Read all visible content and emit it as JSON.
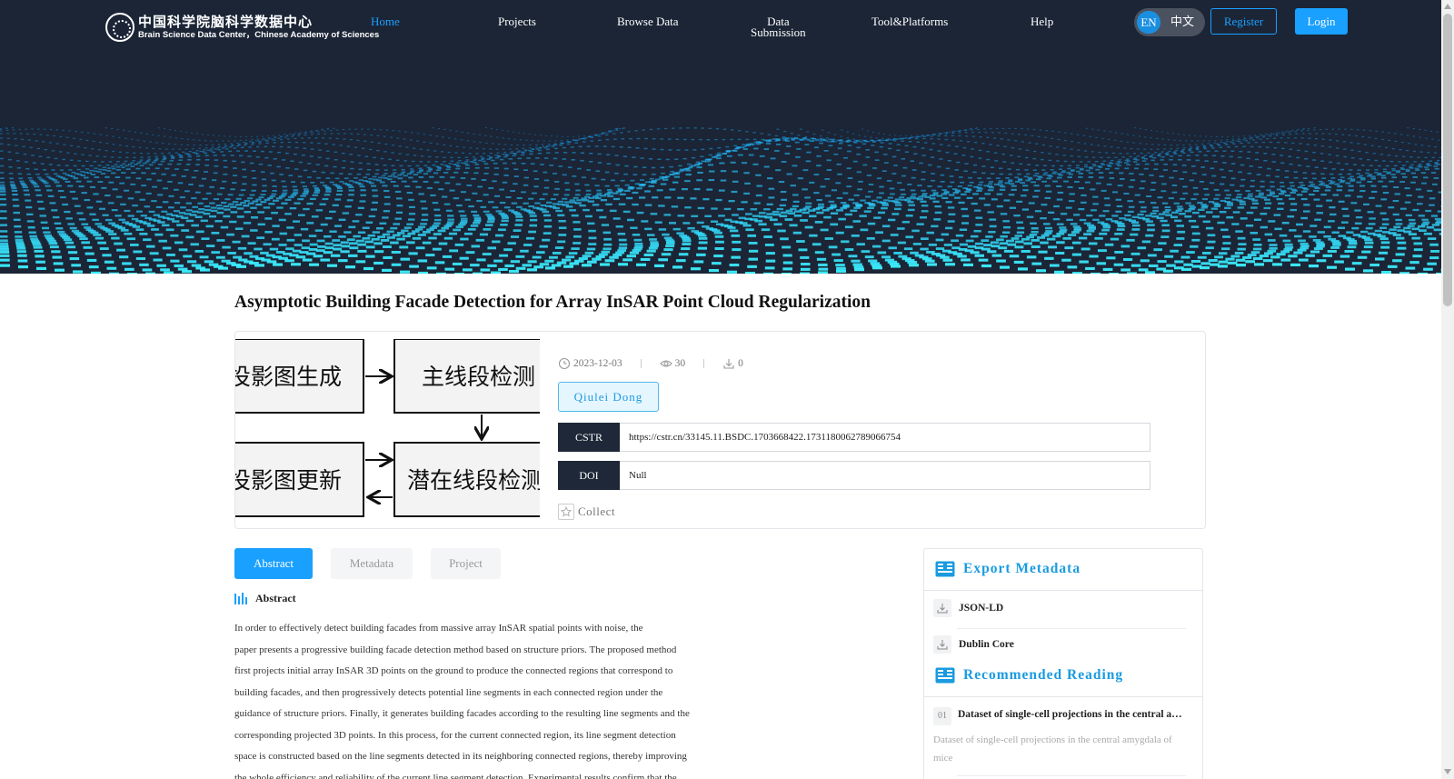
{
  "header": {
    "logo_cn": "中国科学院脑科学数据中心",
    "logo_en": "Brain Science Data Center，Chinese Academy of Sciences",
    "nav": [
      {
        "label": "Home",
        "active": true
      },
      {
        "label": "Projects"
      },
      {
        "label": "Browse Data"
      },
      {
        "label_line1": "Data",
        "label_line2": "Submission"
      },
      {
        "label": "Tool&Platforms"
      },
      {
        "label": "Help"
      }
    ],
    "lang_en": "EN",
    "lang_cn": "中文",
    "register_label": "Register",
    "login_label": "Login"
  },
  "dataset": {
    "title": "Asymptotic Building Facade Detection for Array InSAR Point Cloud Regularization",
    "date": "2023-12-03",
    "views": "30",
    "downloads": "0",
    "author": "Qiulei Dong",
    "cstr_label": "CSTR",
    "cstr_value": "https://cstr.cn/33145.11.BSDC.1703668422.1731180062789066754",
    "doi_label": "DOI",
    "doi_value": "Null",
    "collect_label": "Collect",
    "thumbnail_text": {
      "box1": "投影图生成",
      "box2": "主线段检测",
      "box3": "投影图更新",
      "box4": "潜在线段检测"
    }
  },
  "tabs": [
    {
      "label": "Abstract",
      "active": true
    },
    {
      "label": "Metadata"
    },
    {
      "label": "Project"
    }
  ],
  "abstract": {
    "heading": "Abstract",
    "lines": [
      "In order to effectively detect building facades from massive array InSAR spatial points with noise, the",
      "paper presents a progressive building facade detection method based on structure priors. The proposed method",
      "first projects initial array InSAR 3D points on the ground to produce the connected regions that correspond to",
      "building facades, and then progressively detects potential line segments in each connected region under the",
      "guidance of structure priors. Finally, it generates building facades according to the resulting line segments and the",
      "corresponding projected 3D points. In this process, for the current connected region, its line segment detection",
      "space is constructed based on the line segments detected in its neighboring connected regions, thereby improving",
      "the whole efficiency and reliability of the current line segment detection. Experimental results confirm that the"
    ]
  },
  "sidebar": {
    "export_title": "Export Metadata",
    "export_items": [
      "JSON-LD",
      "Dublin Core"
    ],
    "recommended_title": "Recommended Reading",
    "recommended": [
      {
        "num": "01",
        "title": "Dataset of single-cell projections in the central amygdala of mice",
        "desc": "Dataset of single-cell projections in the central amygdala of mice"
      }
    ]
  },
  "colors": {
    "accent": "#1aa0ff",
    "header_bg": "#1b2536",
    "label_bg": "#1e2838"
  }
}
